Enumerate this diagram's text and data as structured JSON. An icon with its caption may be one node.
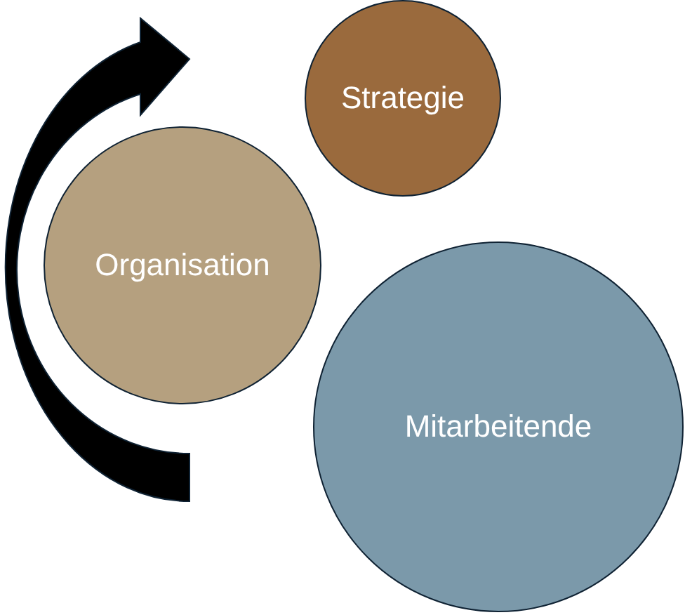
{
  "diagram": {
    "nodes": [
      {
        "text": [
          "Strategie"
        ]
      },
      {
        "text": [
          "Organisation"
        ]
      },
      {
        "text": [
          "Mitarbeitende"
        ]
      }
    ]
  }
}
